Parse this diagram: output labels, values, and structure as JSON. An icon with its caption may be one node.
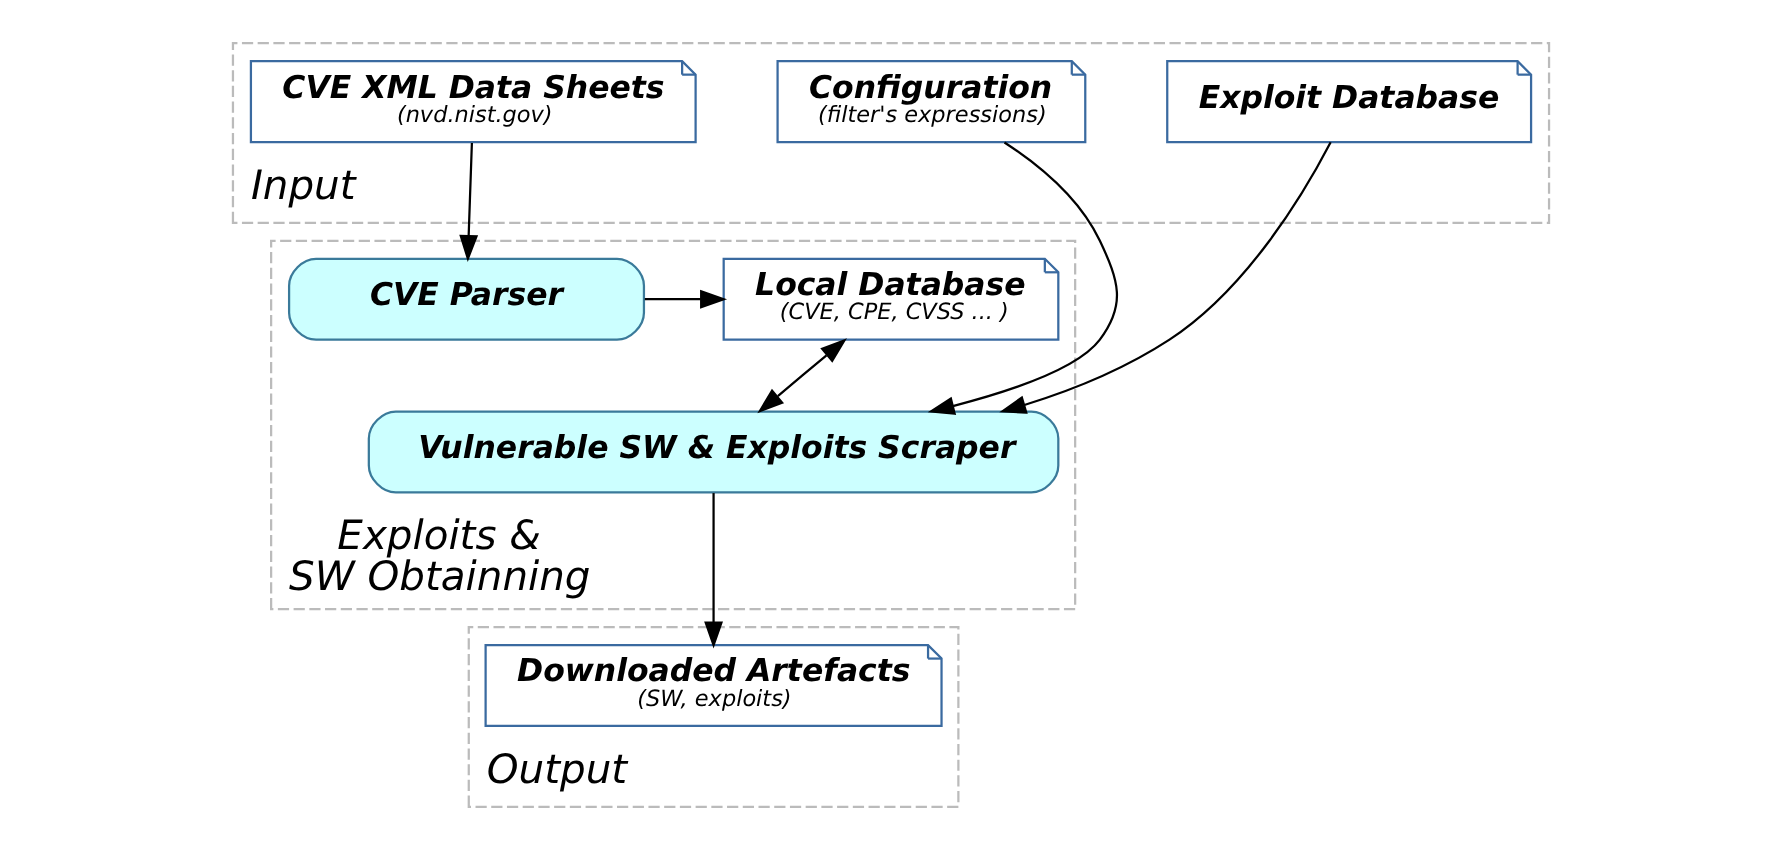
{
  "diagram": {
    "nodes": [
      {
        "text": [
          "Input"
        ]
      },
      {
        "text": [
          "CVE XML Data Sheets",
          "(nvd.nist.gov)"
        ],
        "in": 0
      },
      {
        "text": [
          "Configuration",
          "(filter's expressions)"
        ],
        "in": 0
      },
      {
        "text": [
          "Exploit Database"
        ],
        "in": 0
      },
      {
        "text": [
          "Exploits & SW Obtainning"
        ]
      },
      {
        "text": [
          "CVE Parser"
        ],
        "in": 4
      },
      {
        "text": [
          "Local Database",
          "(CVE, CPE, CVSS ... )"
        ],
        "in": 4
      },
      {
        "text": [
          "Vulnerable SW & Exploits Scraper"
        ],
        "in": 4
      },
      {
        "text": [
          "Output"
        ]
      },
      {
        "text": [
          "Downloaded Artefacts",
          "(SW, exploits)"
        ],
        "in": 8
      }
    ],
    "edges": [
      {
        "from": 1,
        "to": 5,
        "arrow": "to"
      },
      {
        "from": 5,
        "to": 6,
        "arrow": "to"
      },
      {
        "from": 6,
        "to": 7,
        "arrow": "both"
      },
      {
        "from": 2,
        "to": 7,
        "arrow": "to"
      },
      {
        "from": 3,
        "to": 7,
        "arrow": "to"
      },
      {
        "from": 7,
        "to": 9,
        "arrow": "to"
      }
    ]
  }
}
